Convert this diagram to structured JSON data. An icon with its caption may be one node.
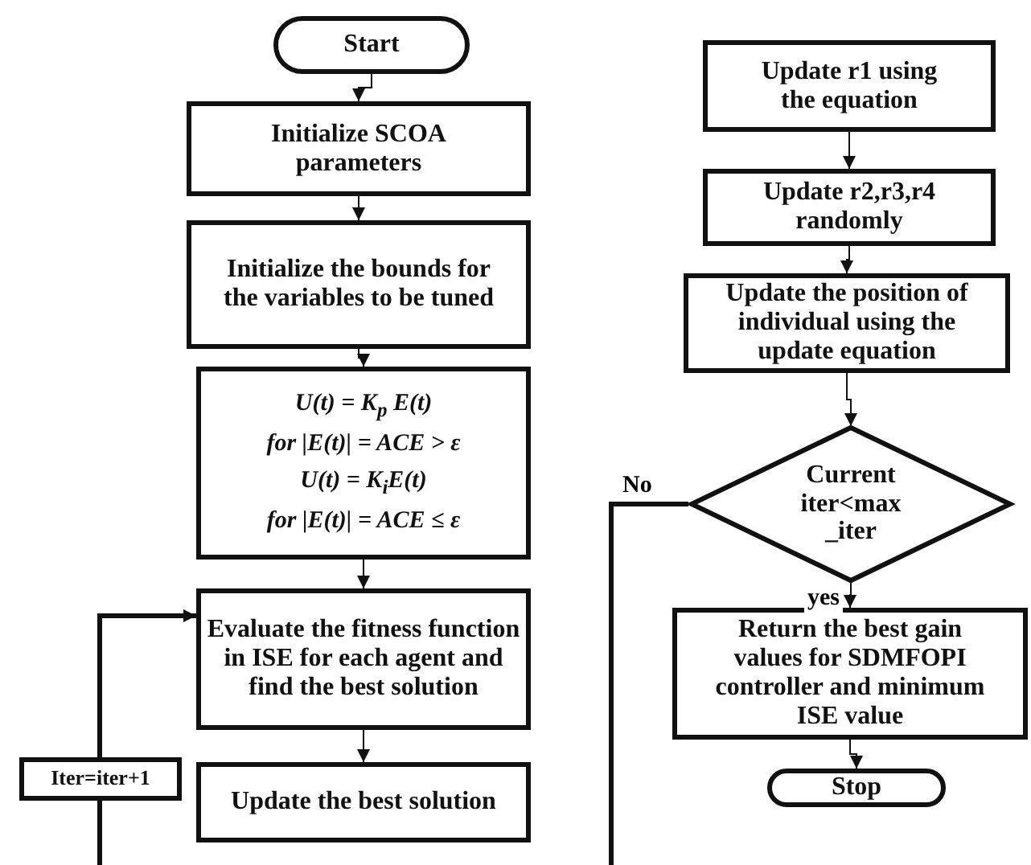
{
  "diagram": {
    "nodes": [
      {
        "text": [
          "Start"
        ]
      },
      {
        "text": [
          "Initialize SCOA parameters"
        ]
      },
      {
        "text": [
          "Initialize the bounds for the variables to be tuned"
        ]
      },
      {
        "text": [
          "U(t) = K$_{p}$ E(t)",
          "for |E(t)| = ACE > ε",
          "U(t) = K$_{i}$E(t)",
          "for |E(t)| = ACE ≤ ε"
        ]
      },
      {
        "text": [
          "Evaluate the fitness function in ISE for each agent and find the best solution"
        ]
      },
      {
        "text": [
          "Update the best solution"
        ]
      },
      {
        "text": [
          "Iter=iter+1"
        ]
      },
      {
        "text": [
          "Update r1 using the equation"
        ]
      },
      {
        "text": [
          "Update r2,r3,r4 randomly"
        ]
      },
      {
        "text": [
          "Update the position of individual using the update equation"
        ]
      },
      {
        "text": [
          "Current iter<max _iter"
        ]
      },
      {
        "text": [
          "Return the best gain values for SDMFOPI controller and minimum ISE value"
        ]
      },
      {
        "text": [
          "Stop"
        ]
      }
    ],
    "edges": [
      {
        "from": 0,
        "to": 1,
        "arrow": "to"
      },
      {
        "from": 1,
        "to": 2,
        "arrow": "to"
      },
      {
        "from": 2,
        "to": 3,
        "arrow": "to"
      },
      {
        "from": 3,
        "to": 4,
        "arrow": "to"
      },
      {
        "from": 4,
        "to": 5,
        "arrow": "to"
      },
      {
        "from": null,
        "to": 6,
        "arrow": "none",
        "style": "thick"
      },
      {
        "from": 6,
        "to": 4,
        "arrow": "to",
        "style": "thick"
      },
      {
        "from": 7,
        "to": 8,
        "arrow": "to"
      },
      {
        "from": 8,
        "to": 9,
        "arrow": "to"
      },
      {
        "from": 9,
        "to": 10,
        "arrow": "to"
      },
      {
        "from": 10,
        "to": 11,
        "arrow": "to",
        "label": "yes"
      },
      {
        "from": 11,
        "to": 12,
        "arrow": "to"
      },
      {
        "from": 10,
        "to": null,
        "arrow": "none",
        "label": "No",
        "style": "thick"
      }
    ]
  }
}
